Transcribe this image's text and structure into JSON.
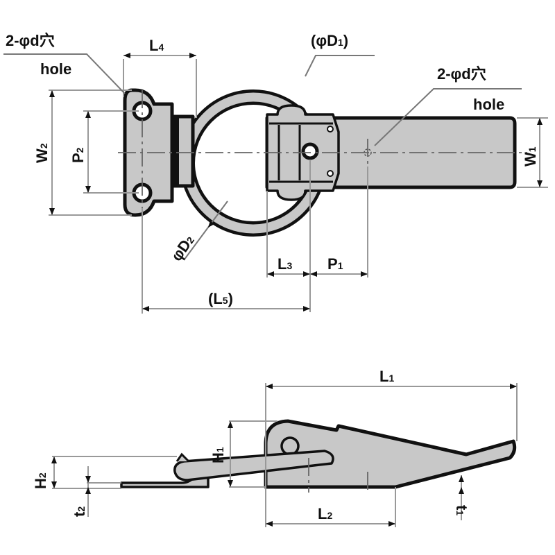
{
  "drawing": {
    "title": "Draw latch dimension drawing",
    "top_view": {
      "labels": {
        "hole_left_jp": "2-φd穴",
        "hole_left_en": "hole",
        "hole_right_jp": "2-φd穴",
        "hole_right_en": "hole",
        "L4": {
          "main": "L",
          "sub": "4"
        },
        "D1": {
          "open": "(φD",
          "sub": "1",
          "close": ")"
        },
        "W2": {
          "main": "W",
          "sub": "2"
        },
        "P2": {
          "main": "P",
          "sub": "2"
        },
        "W1": {
          "main": "W",
          "sub": "1"
        },
        "D2": {
          "main": "φD",
          "sub": "2"
        },
        "L3": {
          "main": "L",
          "sub": "3"
        },
        "P1": {
          "main": "P",
          "sub": "1"
        },
        "L5": {
          "open": "(L",
          "sub": "5",
          "close": ")"
        }
      }
    },
    "side_view": {
      "labels": {
        "L1": {
          "main": "L",
          "sub": "1"
        },
        "L2": {
          "main": "L",
          "sub": "2"
        },
        "H1": {
          "main": "H",
          "sub": "1"
        },
        "H2": {
          "main": "H",
          "sub": "2"
        },
        "t1": {
          "main": "t",
          "sub": "1"
        },
        "t2": {
          "main": "t",
          "sub": "2"
        }
      }
    },
    "colors": {
      "part_fill": "#c8c8c8",
      "outline": "#111111",
      "dimension_line": "#999999"
    }
  }
}
